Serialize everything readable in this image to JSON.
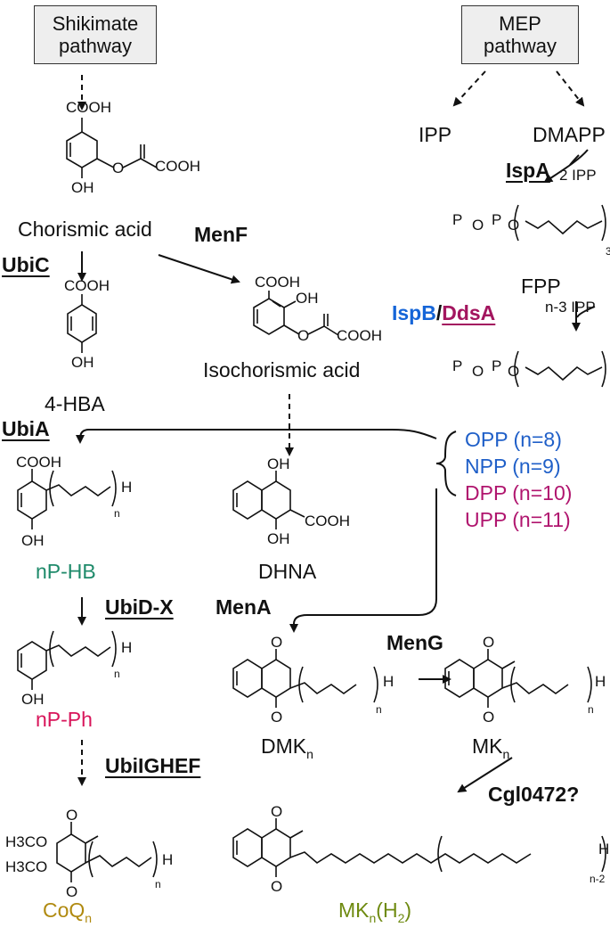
{
  "boxes": {
    "shikimate": [
      "Shikimate",
      "pathway"
    ],
    "mep": [
      "MEP",
      "pathway"
    ]
  },
  "compounds": {
    "chorismic": "Chorismic acid",
    "isochorismic": "Isochorismic acid",
    "hba": "4-HBA",
    "nphb": "nP-HB",
    "nph": "nP-Ph",
    "coq": "CoQ",
    "coq_sub": "n",
    "dhna": "DHNA",
    "dmk": "DMK",
    "dmk_sub": "n",
    "mk": "MK",
    "mk_sub": "n",
    "mkh2": "MK",
    "mkh2_sub": "n",
    "mkh2_suffix": "(H",
    "mkh2_h2sub": "2",
    "mkh2_close": ")",
    "ipp": "IPP",
    "dmapp": "DMAPP",
    "fpp": "FPP"
  },
  "enzymes": {
    "ubic": "UbiC",
    "menf": "MenF",
    "ubia": "UbiA",
    "ubidx": "UbiD-X",
    "ubighef": "UbiIGHEF",
    "mena": "MenA",
    "meng": "MenG",
    "cgl": "Cgl0472?",
    "ispa": "IspA",
    "ispb": "IspB",
    "slash": "/",
    "ddsa": "DdsA"
  },
  "cofactors": {
    "ipp2": "2 IPP",
    "ippn": "n-3 IPP"
  },
  "prenyl": [
    {
      "label": "OPP (n=8)",
      "color": "#1f5fc8"
    },
    {
      "label": "NPP (n=9)",
      "color": "#1f5fc8"
    },
    {
      "label": "DPP (n=10)",
      "color": "#b0156e"
    },
    {
      "label": "UPP (n=11)",
      "color": "#b0156e"
    }
  ],
  "atoms": {
    "cooh": "COOH",
    "oh": "OH",
    "o": "O",
    "p": "P",
    "h": "H",
    "n": "n",
    "three": "3",
    "nminus2": "n-2",
    "h3co": "H3CO"
  },
  "colors": {
    "ispb": "#1565d8",
    "ddsa": "#a3155f",
    "nphb": "#1e8a6a",
    "nph": "#d8155a",
    "coq": "#b08a10",
    "mkh2": "#6e8a10"
  }
}
